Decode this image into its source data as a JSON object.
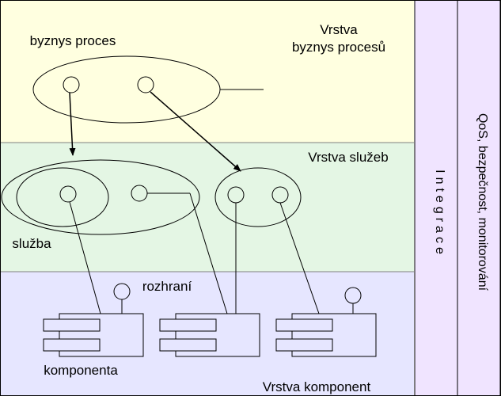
{
  "colors": {
    "business_layer": "#FFFFE0",
    "service_layer": "#E4F6E4",
    "component_layer": "#E6E6FF",
    "side_columns": "#F0E4FF",
    "stroke": "#000000"
  },
  "layers": {
    "business": {
      "title_line1": "Vrstva",
      "title_line2": "byznys procesů"
    },
    "service": {
      "title": "Vrstva služeb"
    },
    "component": {
      "title": "Vrstva komponent"
    }
  },
  "labels": {
    "business_process": "byznys proces",
    "service": "služba",
    "interface": "rozhraní",
    "component": "komponenta"
  },
  "side_columns": {
    "integration": "Integrace",
    "qos": "QoS, bezpečnost, monitorování"
  }
}
